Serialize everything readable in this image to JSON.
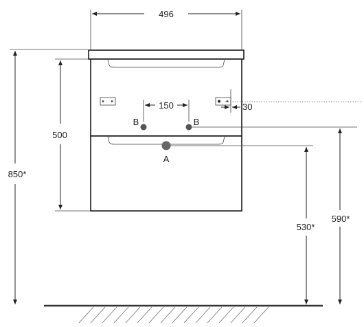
{
  "dimensions": {
    "width_top": "496",
    "height_total": "850*",
    "height_cabinet": "500",
    "spacing_b": "150",
    "offset_right": "30",
    "height_a": "530*",
    "height_b": "590*"
  },
  "markers": {
    "a": "A",
    "b_left": "B",
    "b_right": "B"
  }
}
